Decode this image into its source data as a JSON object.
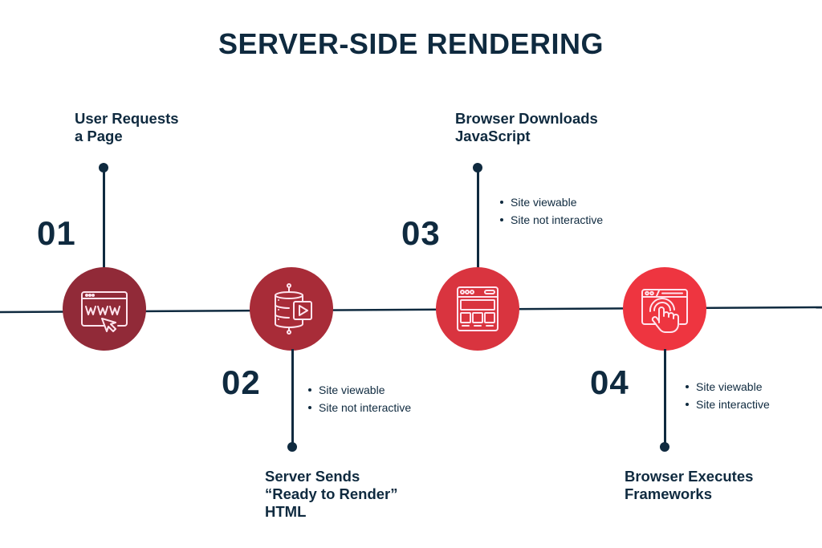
{
  "title": "SERVER-SIDE RENDERING",
  "colors": {
    "text": "#0f2a3f",
    "step1": "#912a38",
    "step2": "#a82c38",
    "step3": "#d9343f",
    "step4": "#ee3540",
    "icon_stroke": "#ffe4ee"
  },
  "steps": [
    {
      "number": "01",
      "heading_lines": [
        "User Requests",
        "a Page"
      ],
      "icon": "www-browser-cursor-icon",
      "bullets": []
    },
    {
      "number": "02",
      "heading_lines": [
        "Server Sends",
        "“Ready to Render”",
        "HTML"
      ],
      "icon": "database-play-icon",
      "bullets": [
        "Site viewable",
        "Site not interactive"
      ]
    },
    {
      "number": "03",
      "heading_lines": [
        "Browser Downloads",
        "JavaScript"
      ],
      "icon": "browser-layout-icon",
      "bullets": [
        "Site viewable",
        "Site not interactive"
      ]
    },
    {
      "number": "04",
      "heading_lines": [
        "Browser Executes",
        "Frameworks"
      ],
      "icon": "browser-touch-icon",
      "bullets": [
        "Site viewable",
        "Site interactive"
      ]
    }
  ]
}
